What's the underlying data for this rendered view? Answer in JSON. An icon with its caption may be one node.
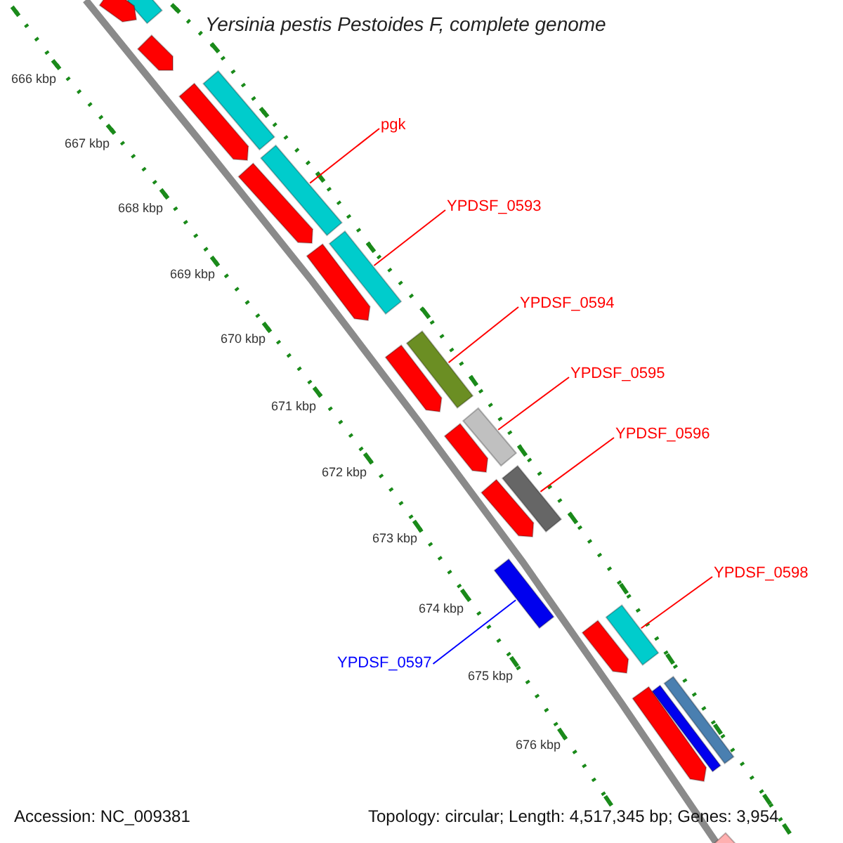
{
  "diagram": {
    "title": "Yersinia pestis Pestoides F, complete genome",
    "nodes": [
      {
        "text": [
          "pgk"
        ]
      },
      {
        "text": [
          "YPDSF_0593"
        ]
      },
      {
        "text": [
          "YPDSF_0594"
        ]
      },
      {
        "text": [
          "YPDSF_0595"
        ]
      },
      {
        "text": [
          "YPDSF_0596"
        ]
      },
      {
        "text": [
          "YPDSF_0598"
        ]
      },
      {
        "text": [
          "YPDSF_0597"
        ]
      },
      {
        "text": [],
        "shape": "bar"
      },
      {
        "text": [],
        "shape": "arrow"
      },
      {
        "text": [],
        "shape": "arrow"
      },
      {
        "text": [],
        "shape": "bar"
      },
      {
        "text": [],
        "shape": "arrow"
      },
      {
        "text": [],
        "shape": "bar"
      },
      {
        "text": [],
        "shape": "arrow"
      },
      {
        "text": [],
        "shape": "bar"
      },
      {
        "text": [],
        "shape": "arrow"
      },
      {
        "text": [],
        "shape": "bar"
      },
      {
        "text": [],
        "shape": "arrow"
      },
      {
        "text": [],
        "shape": "bar"
      },
      {
        "text": [],
        "shape": "arrow"
      },
      {
        "text": [],
        "shape": "bar"
      },
      {
        "text": [],
        "shape": "arrow"
      },
      {
        "text": [],
        "shape": "bar"
      },
      {
        "text": [],
        "shape": "bar"
      },
      {
        "text": [],
        "shape": "arrow"
      },
      {
        "text": [],
        "shape": "bar"
      },
      {
        "text": [],
        "shape": "bar"
      },
      {
        "text": [],
        "shape": "arrow"
      },
      {
        "text": [],
        "shape": "arrow"
      }
    ],
    "edges": [
      {
        "from": 0,
        "to": 12,
        "arrow": "none"
      },
      {
        "from": 1,
        "to": 14,
        "arrow": "none"
      },
      {
        "from": 2,
        "to": 16,
        "arrow": "none"
      },
      {
        "from": 3,
        "to": 18,
        "arrow": "none"
      },
      {
        "from": 4,
        "to": 20,
        "arrow": "none"
      },
      {
        "from": 5,
        "to": 23,
        "arrow": "none"
      },
      {
        "from": 6,
        "to": 22,
        "arrow": "none",
        "color": "#0000ff"
      }
    ],
    "labels": [
      "666 kbp",
      "667 kbp",
      "668 kbp",
      "669 kbp",
      "670 kbp",
      "671 kbp",
      "672 kbp",
      "673 kbp",
      "674 kbp",
      "675 kbp",
      "676 kbp",
      "Accession: NC_009381",
      "Topology: circular; Length: 4,517,345 bp; Genes: 3,954"
    ]
  }
}
